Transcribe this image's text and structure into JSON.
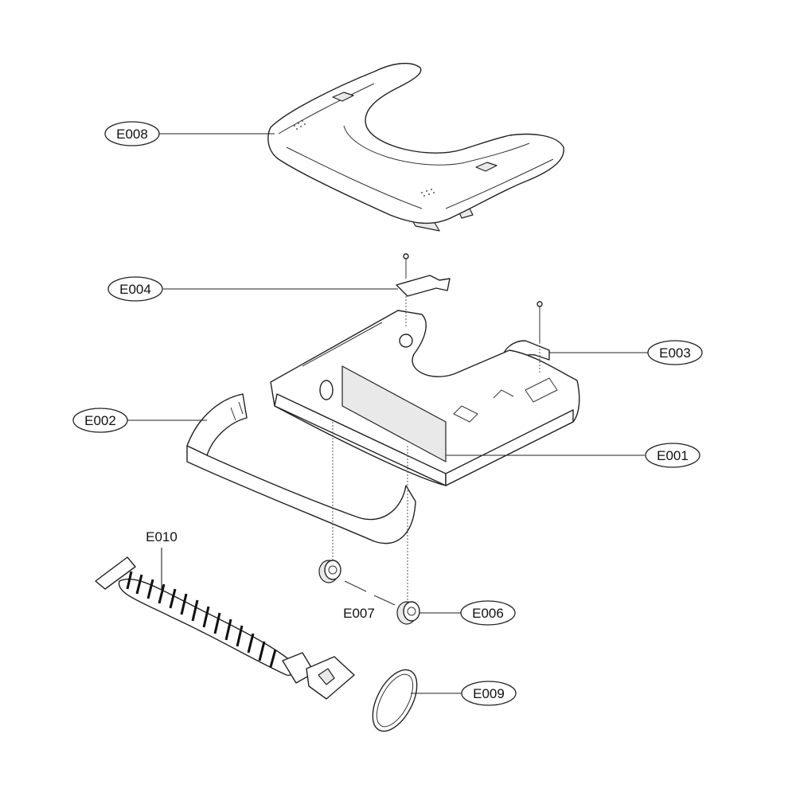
{
  "parts": [
    {
      "id": "E008",
      "label": "E008",
      "style": "oval"
    },
    {
      "id": "E004",
      "label": "E004",
      "style": "oval"
    },
    {
      "id": "E003",
      "label": "E003",
      "style": "oval"
    },
    {
      "id": "E002",
      "label": "E002",
      "style": "oval"
    },
    {
      "id": "E001",
      "label": "E001",
      "style": "oval"
    },
    {
      "id": "E010",
      "label": "E010",
      "style": "plain"
    },
    {
      "id": "E007",
      "label": "E007",
      "style": "plain"
    },
    {
      "id": "E006",
      "label": "E006",
      "style": "oval"
    },
    {
      "id": "E009",
      "label": "E009",
      "style": "oval"
    }
  ]
}
